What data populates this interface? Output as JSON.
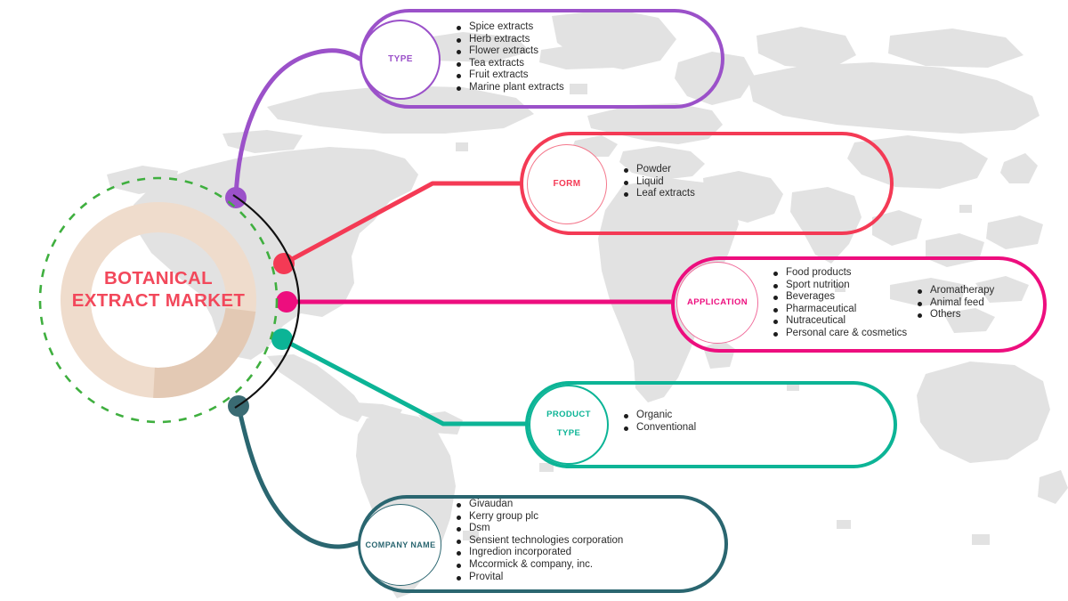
{
  "hub": {
    "title_line1": "BOTANICAL",
    "title_line2": "EXTRACT MARKET",
    "title_color": "#F2485B",
    "ring_color": "#EAD6C4",
    "dashed_circle_color": "#3FAF3F",
    "arc_color": "#111111"
  },
  "map": {
    "name": "world-map-silhouette",
    "fill": "#E2E2E2"
  },
  "branches": [
    {
      "id": "type",
      "label": "TYPE",
      "label_lines": [
        "TYPE"
      ],
      "color": "#9B51C9",
      "bubble_border": "#9B51C9",
      "node_color": "#9B51C9",
      "items_col1": [
        "Spice extracts",
        "Herb extracts",
        "Flower extracts",
        "Tea extracts",
        "Fruit extracts",
        "Marine plant extracts"
      ],
      "items_col2": []
    },
    {
      "id": "form",
      "label": "FORM",
      "label_lines": [
        "FORM"
      ],
      "color": "#F43A55",
      "bubble_border": "#F4788C",
      "node_color": "#F43A55",
      "items_col1": [
        "Powder",
        "Liquid",
        "Leaf extracts"
      ],
      "items_col2": []
    },
    {
      "id": "application",
      "label": "APPLICATION",
      "label_lines": [
        "APPLICATION"
      ],
      "color": "#ED0E7E",
      "bubble_border": "#F06C9B",
      "node_color": "#ED0E7E",
      "items_col1": [
        "Food products",
        "Sport nutrition",
        "Beverages",
        "Pharmaceutical",
        "Nutraceutical",
        "Personal care & cosmetics"
      ],
      "items_col2": [
        "Aromatherapy",
        "Animal feed",
        "Others"
      ]
    },
    {
      "id": "product-type",
      "label": "PRODUCT TYPE",
      "label_lines": [
        "PRODUCT",
        "TYPE"
      ],
      "color": "#0CB496",
      "bubble_border": "#0CB496",
      "node_color": "#0CB496",
      "items_col1": [
        "Organic",
        "Conventional"
      ],
      "items_col2": []
    },
    {
      "id": "company-name",
      "label": "COMPANY NAME",
      "label_lines": [
        "COMPANY NAME"
      ],
      "color": "#2A6670",
      "bubble_border": "#2A6670",
      "node_color": "#3A6B73",
      "items_col1": [
        "Givaudan",
        "Kerry group plc",
        "Dsm",
        "Sensient technologies corporation",
        "Ingredion incorporated",
        "Mccormick & company, inc.",
        "Provital"
      ],
      "items_col2": []
    }
  ]
}
